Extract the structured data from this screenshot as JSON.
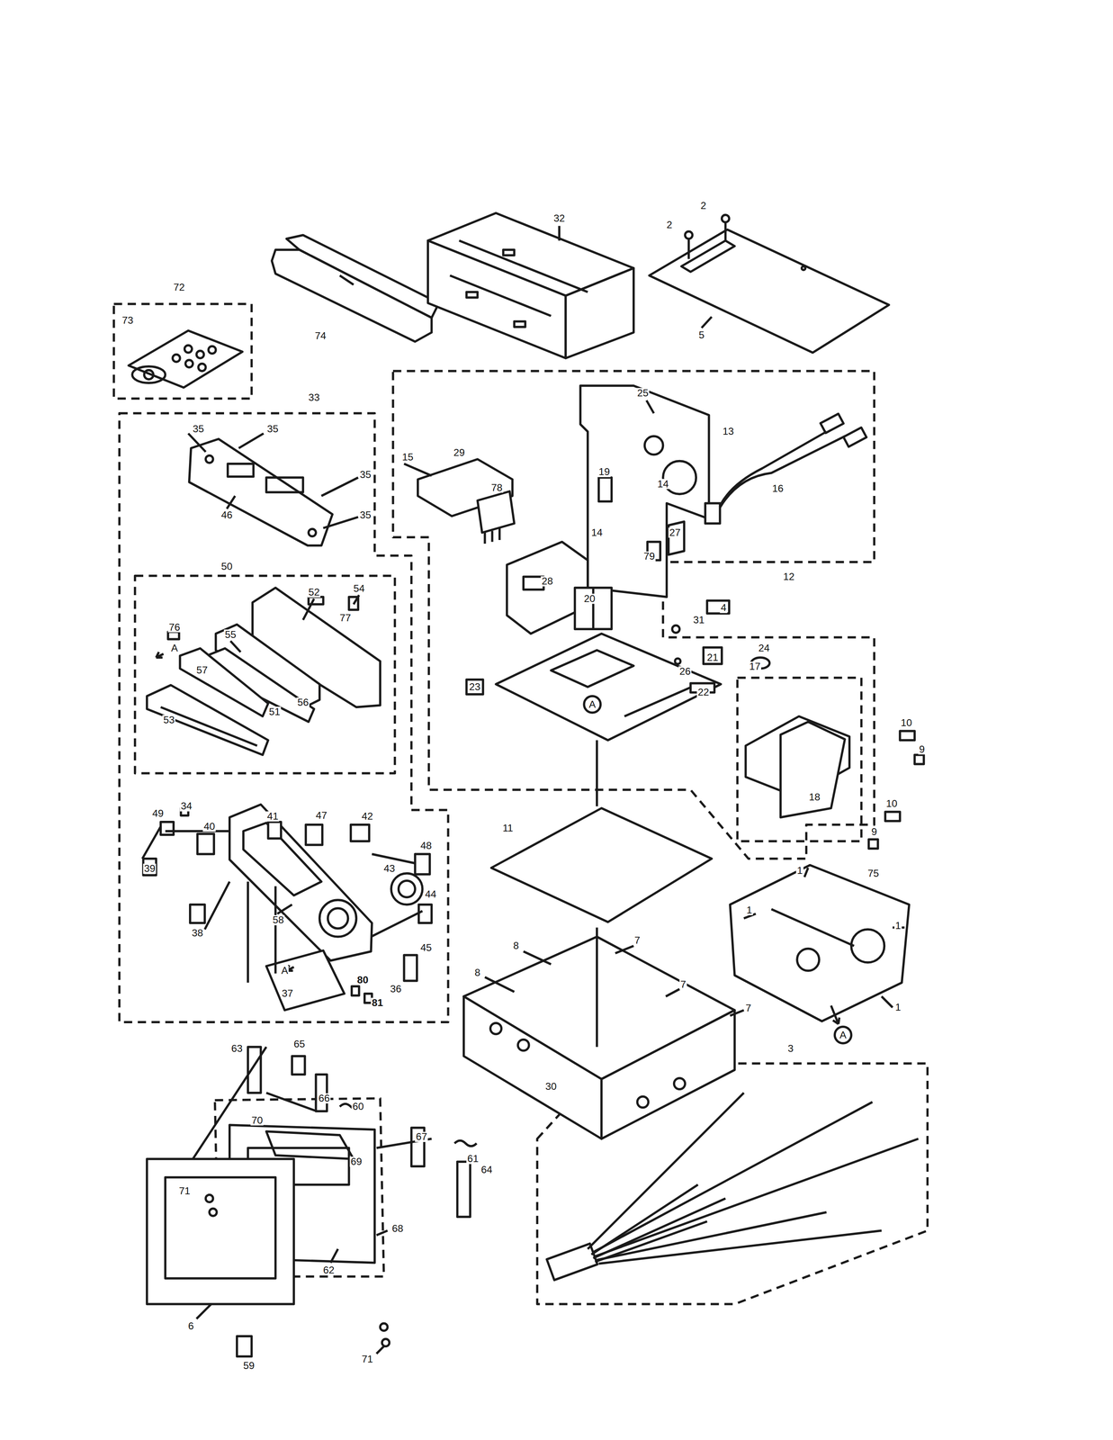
{
  "diagram": {
    "labels": [
      "32",
      "2",
      "2",
      "5",
      "72",
      "73",
      "74",
      "33",
      "35",
      "35",
      "35",
      "35",
      "46",
      "50",
      "52",
      "54",
      "77",
      "76",
      "A",
      "55",
      "57",
      "56",
      "51",
      "53",
      "12",
      "25",
      "13",
      "15",
      "29",
      "78",
      "16",
      "19",
      "14",
      "14",
      "27",
      "79",
      "28",
      "20",
      "4",
      "31",
      "21",
      "26",
      "24",
      "17",
      "23",
      "22",
      "A",
      "10",
      "9",
      "18",
      "10",
      "9",
      "11",
      "49",
      "34",
      "40",
      "41",
      "47",
      "42",
      "48",
      "39",
      "43",
      "44",
      "38",
      "58",
      "A",
      "45",
      "80",
      "36",
      "37",
      "81",
      "1",
      "75",
      "1",
      "1",
      "1",
      "A",
      "8",
      "8",
      "7",
      "7",
      "7",
      "30",
      "3",
      "63",
      "65",
      "66",
      "60",
      "70",
      "69",
      "67",
      "61",
      "64",
      "71",
      "62",
      "68",
      "6",
      "59",
      "71"
    ]
  }
}
